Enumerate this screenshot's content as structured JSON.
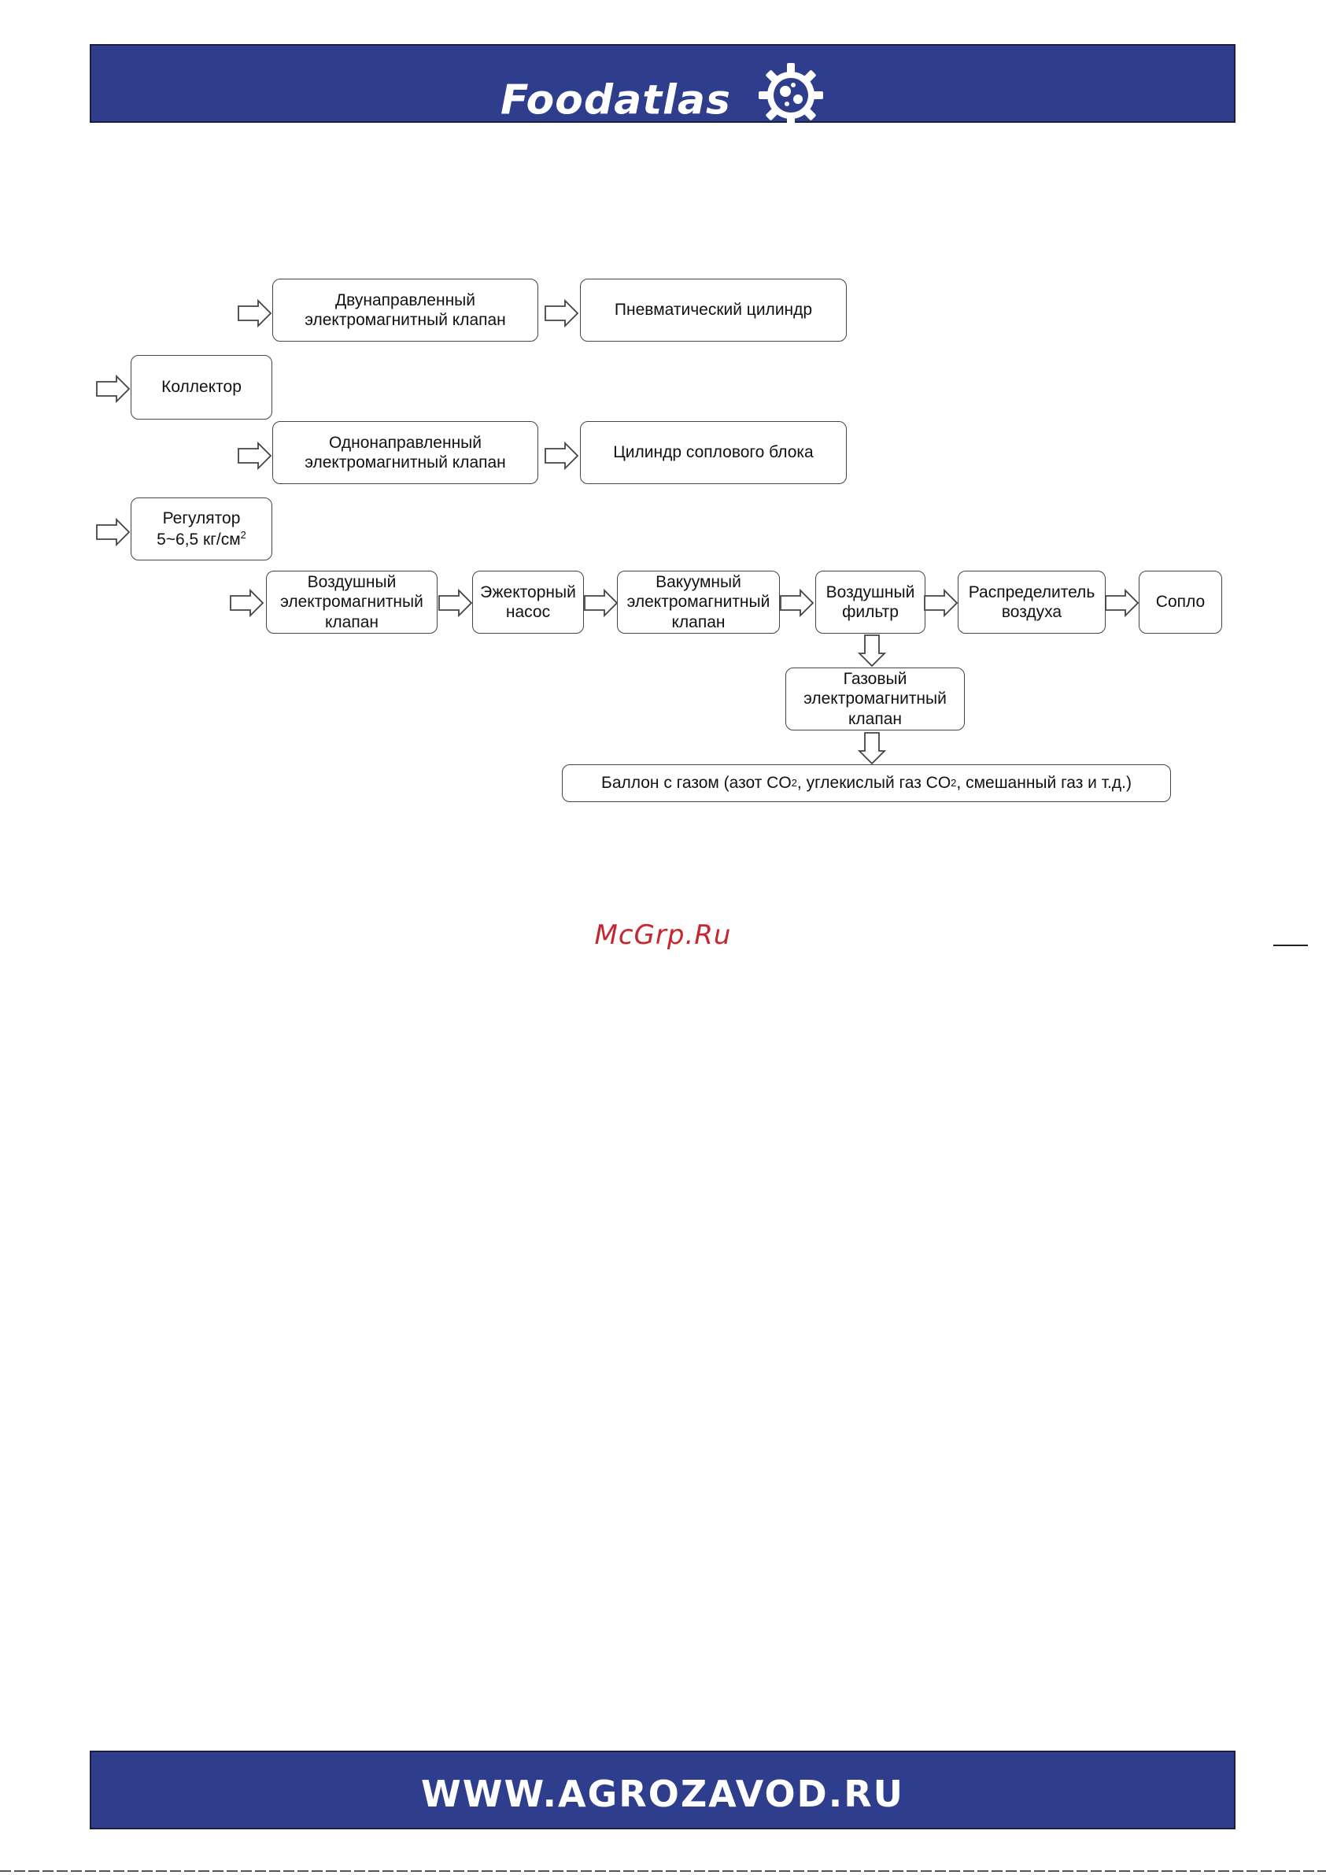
{
  "header": {
    "brand": "Foodatlas"
  },
  "diagram": {
    "nodes": {
      "two_way_valve": "Двунаправленный\nэлектромагнитный клапан",
      "pneumatic_cylinder": "Пневматический цилиндр",
      "collector": "Коллектор",
      "one_way_valve": "Однонаправленный\nэлектромагнитный клапан",
      "nozzle_block_cylinder": "Цилиндр соплового блока",
      "regulator_label": "Регулятор",
      "regulator_value": "5~6,5 кг/см",
      "regulator_sup": "2",
      "air_valve": "Воздушный\nэлектромагнитный\nклапан",
      "ejector_pump": "Эжекторный\nнасос",
      "vacuum_valve": "Вакуумный\nэлектромагнитный\nклапан",
      "air_filter": "Воздушный\nфильтр",
      "air_distributor": "Распределитель\nвоздуха",
      "nozzle": "Сопло",
      "gas_valve": "Газовый\nэлектромагнитный\nклапан",
      "cylinder_part1": "Баллон с газом (азот CO",
      "cylinder_sub1": "2",
      "cylinder_part2": ", углекислый газ CO",
      "cylinder_sub2": "2",
      "cylinder_part3": ", смешанный газ и т.д.)"
    }
  },
  "watermark": "McGrp.Ru",
  "footer": {
    "site": "WWW.AGROZAVOD.RU"
  }
}
